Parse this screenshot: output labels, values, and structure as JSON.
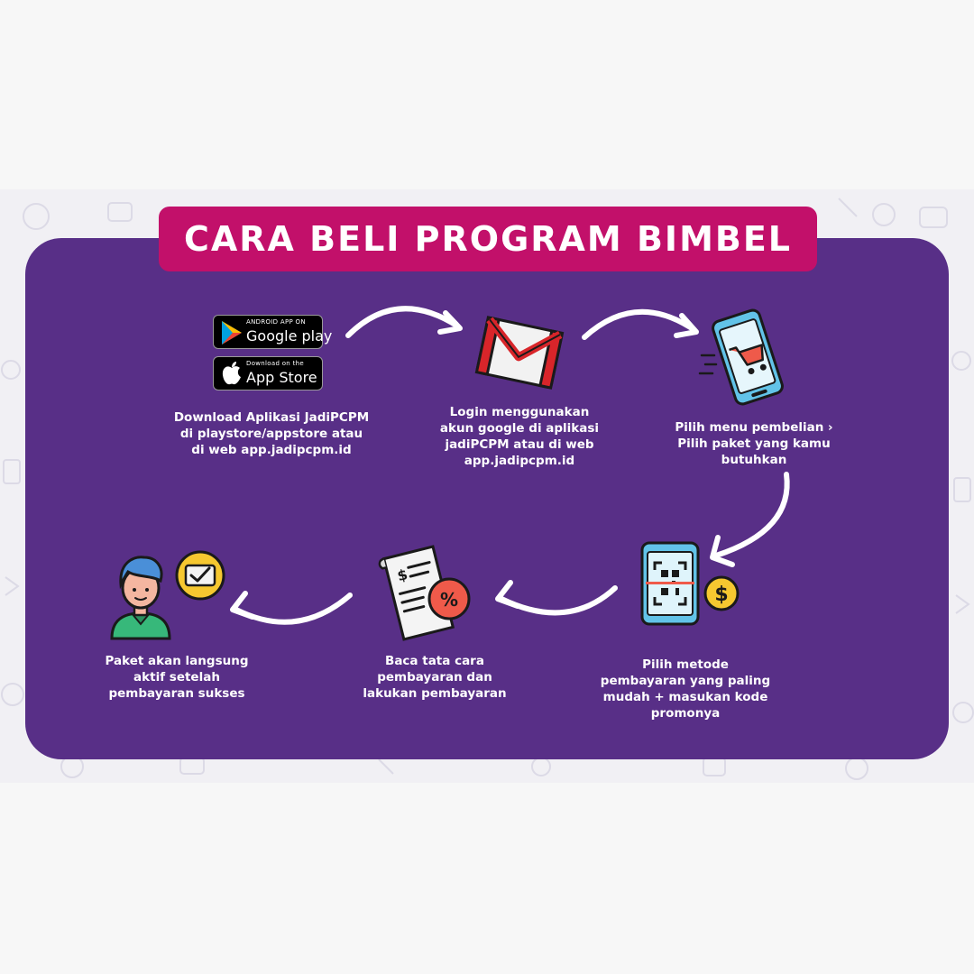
{
  "title": "CARA BELI PROGRAM BIMBEL",
  "badges": {
    "google_play": {
      "small": "ANDROID APP ON",
      "big": "Google play"
    },
    "app_store": {
      "small": "Download on the",
      "big": "App Store"
    }
  },
  "steps": [
    {
      "text": "Download Aplikasi JadiPCPM\ndi playstore/appstore atau\ndi web app.jadipcpm.id",
      "icon": "app-store-badges"
    },
    {
      "text": "Login menggunakan\nakun google di aplikasi\njadiPCPM atau di web\napp.jadipcpm.id",
      "icon": "gmail-envelope-icon"
    },
    {
      "text": "Pilih menu pembelian ›\nPilih paket yang kamu\nbutuhkan",
      "icon": "phone-cart-icon"
    },
    {
      "text": "Pilih metode\npembayaran yang paling\nmudah + masukan kode\npromonya",
      "icon": "phone-qr-payment-icon"
    },
    {
      "text": "Baca tata cara\npembayaran dan\nlakukan pembayaran",
      "icon": "invoice-discount-icon"
    },
    {
      "text": "Paket akan langsung\naktif setelah\npembayaran sukses",
      "icon": "user-check-icon"
    }
  ],
  "colors": {
    "panel": "#582f87",
    "title_bar": "#c2106a",
    "background": "#f7f7f7"
  }
}
